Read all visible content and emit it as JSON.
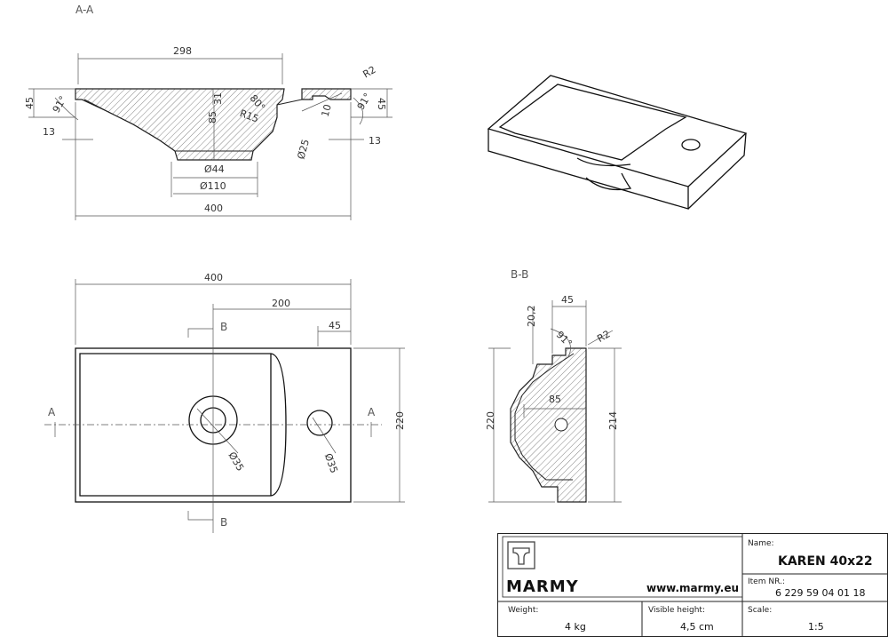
{
  "sections": {
    "aa": "A-A",
    "bb": "B-B"
  },
  "cut_markers": {
    "a": "A",
    "b": "B"
  },
  "dims_section_aa": {
    "top_width": "298",
    "depth_left": "45",
    "depth_right": "45",
    "angle_left": "91°",
    "angle_right": "91°",
    "left_offset": "13",
    "right_offset": "13",
    "inner_depth": "31",
    "bowl_depth": "85",
    "angle_80": "80°",
    "r15": "R15",
    "r2": "R2",
    "dim_10": "10",
    "d25": "Ø25",
    "d44": "Ø44",
    "d110": "Ø110",
    "total_width": "400"
  },
  "dims_plan": {
    "total_width": "400",
    "half_width": "200",
    "deck_width": "45",
    "depth": "220",
    "drain_dia": "Ø35",
    "tap_dia": "Ø35"
  },
  "dims_section_bb": {
    "height_top": "20,2",
    "deck": "45",
    "angle": "91°",
    "r2": "R2",
    "bowl": "85",
    "outer_height": "220",
    "inner_height": "214"
  },
  "title_block": {
    "brand": "MARMY",
    "website": "www.marmy.eu",
    "name_label": "Name:",
    "name_value": "KAREN 40x22",
    "item_label": "Item NR.:",
    "item_value": "6 229 59 04 01 18",
    "weight_label": "Weight:",
    "weight_value": "4 kg",
    "visible_label": "Visible height:",
    "visible_value": "4,5 cm",
    "scale_label": "Scale:",
    "scale_value": "1:5"
  }
}
